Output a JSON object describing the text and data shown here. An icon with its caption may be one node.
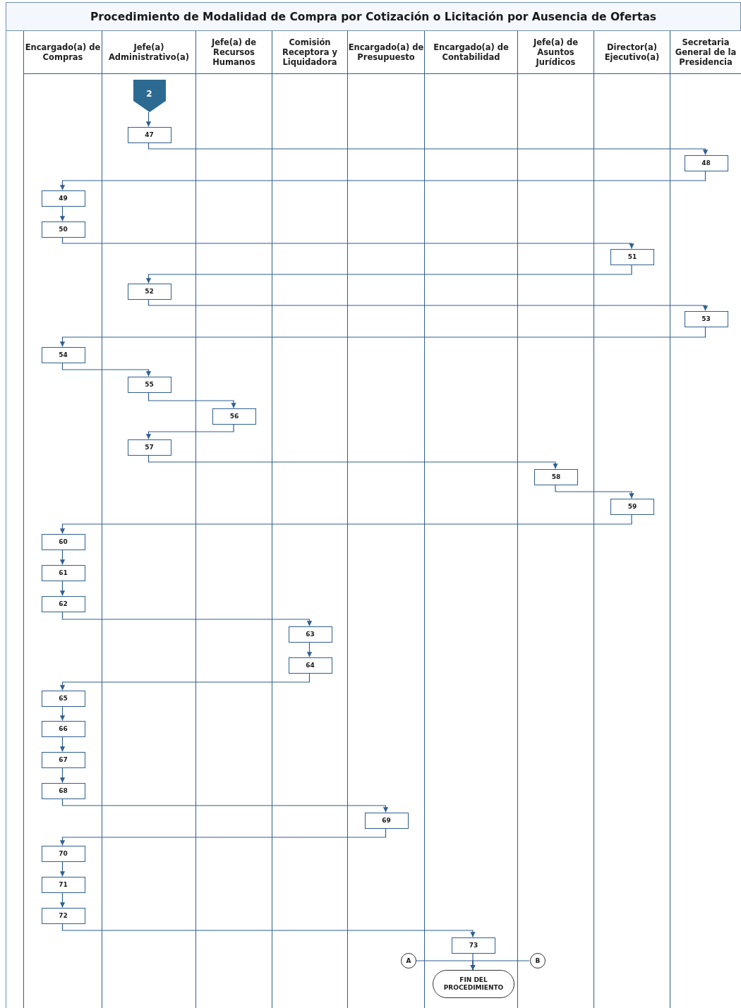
{
  "diagram": {
    "title": "Procedimiento de Modalidad de Compra por Cotización o Licitación por Ausencia de Ofertas",
    "nodes": [
      {
        "text": [
          "Encargado(a) de Compras"
        ]
      },
      {
        "text": [
          "Jefe(a) Administrativo(a)"
        ]
      },
      {
        "text": [
          "Jefe(a) de Recursos Humanos"
        ]
      },
      {
        "text": [
          "Comisión Receptora y Liquidadora"
        ]
      },
      {
        "text": [
          "Encargado(a) de Presupuesto"
        ]
      },
      {
        "text": [
          "Encargado(a) de Contabilidad"
        ]
      },
      {
        "text": [
          "Jefe(a) de Asuntos Jurídicos"
        ]
      },
      {
        "text": [
          "Director(a) Ejecutivo(a)"
        ]
      },
      {
        "text": [
          "Secretaria General de la Presidencia"
        ]
      },
      {
        "text": [
          "2"
        ],
        "in": 1
      },
      {
        "text": [
          "47"
        ],
        "in": 1
      },
      {
        "text": [
          "48"
        ],
        "in": 8
      },
      {
        "text": [
          "49"
        ],
        "in": 0
      },
      {
        "text": [
          "50"
        ],
        "in": 0
      },
      {
        "text": [
          "51"
        ],
        "in": 7
      },
      {
        "text": [
          "52"
        ],
        "in": 1
      },
      {
        "text": [
          "53"
        ],
        "in": 8
      },
      {
        "text": [
          "54"
        ],
        "in": 0
      },
      {
        "text": [
          "55"
        ],
        "in": 1
      },
      {
        "text": [
          "56"
        ],
        "in": 2
      },
      {
        "text": [
          "57"
        ],
        "in": 1
      },
      {
        "text": [
          "58"
        ],
        "in": 6
      },
      {
        "text": [
          "59"
        ],
        "in": 7
      },
      {
        "text": [
          "60"
        ],
        "in": 0
      },
      {
        "text": [
          "61"
        ],
        "in": 0
      },
      {
        "text": [
          "62"
        ],
        "in": 0
      },
      {
        "text": [
          "63"
        ],
        "in": 3
      },
      {
        "text": [
          "64"
        ],
        "in": 3
      },
      {
        "text": [
          "65"
        ],
        "in": 0
      },
      {
        "text": [
          "66"
        ],
        "in": 0
      },
      {
        "text": [
          "67"
        ],
        "in": 0
      },
      {
        "text": [
          "68"
        ],
        "in": 0
      },
      {
        "text": [
          "69"
        ],
        "in": 4
      },
      {
        "text": [
          "70"
        ],
        "in": 0
      },
      {
        "text": [
          "71"
        ],
        "in": 0
      },
      {
        "text": [
          "72"
        ],
        "in": 0
      },
      {
        "text": [
          "73"
        ],
        "in": 5
      },
      {
        "text": [
          "A"
        ],
        "in": 4
      },
      {
        "text": [
          "B"
        ],
        "in": 6
      },
      {
        "text": [
          "FIN DEL PROCEDIMIENTO"
        ],
        "in": 5
      }
    ],
    "edges": [
      {
        "from": 9,
        "to": 10,
        "arrow": "to"
      },
      {
        "from": 10,
        "to": 11,
        "arrow": "to"
      },
      {
        "from": 11,
        "to": 12,
        "arrow": "to"
      },
      {
        "from": 12,
        "to": 13,
        "arrow": "to"
      },
      {
        "from": 13,
        "to": 14,
        "arrow": "to"
      },
      {
        "from": 14,
        "to": 15,
        "arrow": "to"
      },
      {
        "from": 15,
        "to": 16,
        "arrow": "to"
      },
      {
        "from": 16,
        "to": 17,
        "arrow": "to"
      },
      {
        "from": 17,
        "to": 18,
        "arrow": "to"
      },
      {
        "from": 18,
        "to": 19,
        "arrow": "to"
      },
      {
        "from": 19,
        "to": 20,
        "arrow": "to"
      },
      {
        "from": 20,
        "to": 21,
        "arrow": "to"
      },
      {
        "from": 21,
        "to": 22,
        "arrow": "to"
      },
      {
        "from": 22,
        "to": 23,
        "arrow": "to"
      },
      {
        "from": 23,
        "to": 24,
        "arrow": "to"
      },
      {
        "from": 24,
        "to": 25,
        "arrow": "to"
      },
      {
        "from": 25,
        "to": 26,
        "arrow": "to"
      },
      {
        "from": 26,
        "to": 27,
        "arrow": "to"
      },
      {
        "from": 27,
        "to": 28,
        "arrow": "to"
      },
      {
        "from": 28,
        "to": 29,
        "arrow": "to"
      },
      {
        "from": 29,
        "to": 30,
        "arrow": "to"
      },
      {
        "from": 30,
        "to": 31,
        "arrow": "to"
      },
      {
        "from": 31,
        "to": 32,
        "arrow": "to"
      },
      {
        "from": 32,
        "to": 33,
        "arrow": "to"
      },
      {
        "from": 33,
        "to": 34,
        "arrow": "to"
      },
      {
        "from": 34,
        "to": 35,
        "arrow": "to"
      },
      {
        "from": 35,
        "to": 36,
        "arrow": "to"
      },
      {
        "from": 36,
        "to": 39,
        "arrow": "to"
      },
      {
        "from": 37,
        "to": 39,
        "arrow": "to"
      },
      {
        "from": 38,
        "to": 39,
        "arrow": "to"
      }
    ]
  }
}
